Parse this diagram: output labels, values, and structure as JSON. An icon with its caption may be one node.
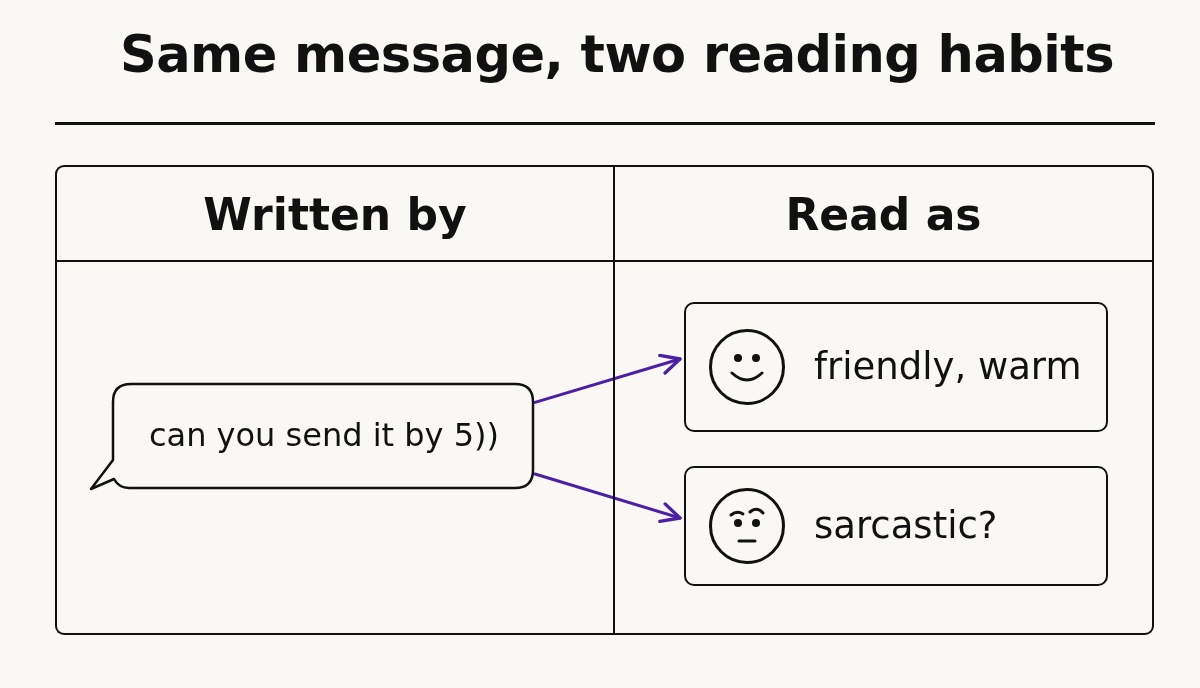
{
  "diagram": {
    "title": "Same message, two reading habits",
    "nodes": [
      {
        "text": [
          "Written by"
        ]
      },
      {
        "text": [
          "Read as"
        ]
      },
      {
        "text": [
          "can you send it by 5))"
        ],
        "in": 0
      },
      {
        "text": [
          "friendly, warm"
        ],
        "in": 1
      },
      {
        "text": [
          "sarcastic?"
        ],
        "in": 1
      }
    ],
    "edges": [
      {
        "from": 2,
        "to": 3,
        "arrow": "to",
        "color": "#4b1fa6"
      },
      {
        "from": 2,
        "to": 4,
        "arrow": "to",
        "color": "#4b1fa6"
      }
    ]
  }
}
